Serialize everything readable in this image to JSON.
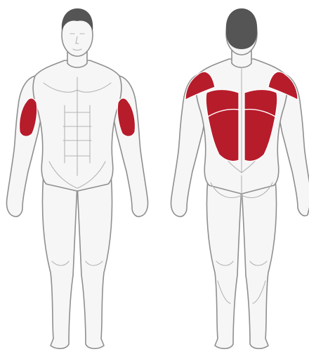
{
  "colors": {
    "highlight": "#b71c2b",
    "skin": "#f6f6f6",
    "outline": "#8f8f8f",
    "hair": "#555555"
  },
  "figures": {
    "front": {
      "view": "front",
      "highlighted_muscles": [
        "biceps-left",
        "biceps-right"
      ]
    },
    "back": {
      "view": "back",
      "highlighted_muscles": [
        "rear-deltoid-left",
        "rear-deltoid-right",
        "latissimus-dorsi-left",
        "latissimus-dorsi-right"
      ]
    }
  }
}
